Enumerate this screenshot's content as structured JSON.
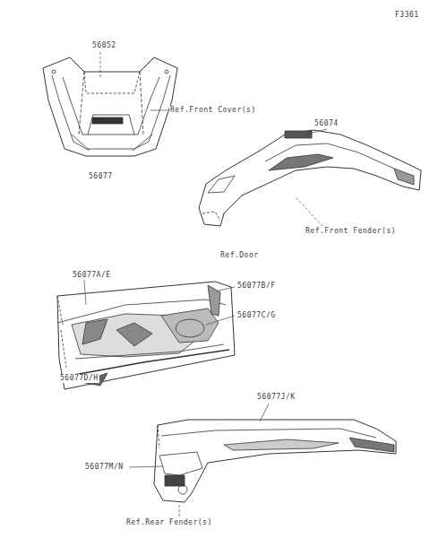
{
  "diagram": {
    "labels": [
      "F3361",
      "56052",
      "Ref.Front Cover(s)",
      "56077",
      "56074",
      "Ref.Front Fender(s)",
      "Ref.Door",
      "56077A/E",
      "56077B/F",
      "56077C/G",
      "56077D/H",
      "56077J/K",
      "56077M/N",
      "Ref.Rear Fender(s)"
    ]
  }
}
